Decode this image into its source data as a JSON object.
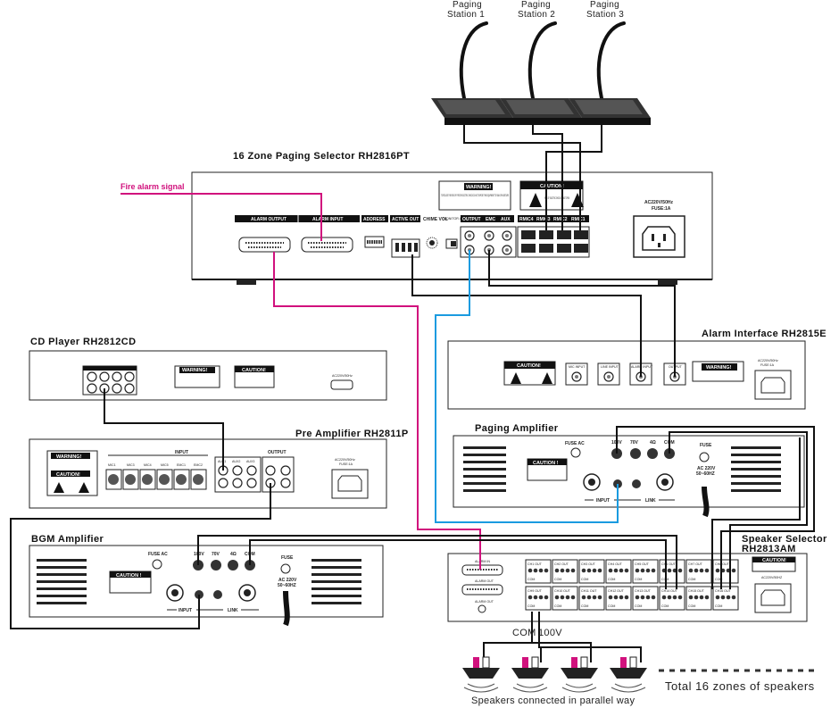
{
  "stations": [
    "Paging\nStation  1",
    "Paging\nStation  2",
    "Paging\nStation  3"
  ],
  "colors": {
    "fire": "#d1117d",
    "blue": "#1a9be0",
    "line": "#111111"
  },
  "selector": {
    "title": "16  Zone  Paging  Selector  RH2816PT",
    "fire_signal": "Fire alarm signal",
    "alarm_output": "ALARM OUTPUT",
    "alarm_input": "ALARM INPUT",
    "address": "ADDRESS",
    "active_out": "ACTIVE OUT",
    "chime_vol": "CHIME VOL",
    "monitor_active": "MONITOR ACTIVE",
    "output": "OUTPUT",
    "emc": "EMC",
    "aux": "AUX",
    "rmic4": "RMIC4",
    "rmic3": "RMIC3",
    "rmic2": "RMIC2",
    "rmic1": "RMIC1",
    "warning": "WARNING!",
    "warning_text": "TO REDUCE THE RISK OF FIRE OR ELECTRIC SHOCK DO NOT EXPOSE THIS EQUIPMENT TO RAIN OR MOISTURE",
    "caution": "CAUTION!",
    "caution_text": "RISK OF ELECTRIC SHOCK DO NOT OPEN",
    "power": "AC220V/50Hz",
    "fuse": "FUSE:1A"
  },
  "cd": {
    "title": "CD Player RH2812CD",
    "warning": "WARNING!",
    "caution": "CAUTION!",
    "power": "AC220V/50Hz"
  },
  "alarm_if": {
    "title": "Alarm Interface RH2815E",
    "caution": "CAUTION!",
    "warning": "WARNING!",
    "power": "AC220V/50Hz",
    "fuse": "FUSE:1A",
    "mic_input": "MIC INPUT",
    "line_input": "LINE INPUT",
    "alarm_input": "ALARM INPUT",
    "output": "OUTPUT"
  },
  "preamp": {
    "title": "Pre Amplifier RH2811P",
    "warning": "WARNING!",
    "caution": "CAUTION!",
    "input": "INPUT",
    "output": "OUTPUT",
    "mics": [
      "MIC1",
      "MIC3",
      "MIC4",
      "MIC5",
      "EMC1",
      "EMC2"
    ],
    "aux": [
      "AUX1",
      "AUX2",
      "AUX3"
    ],
    "power": "AC220V/50Hz",
    "fuse": "FUSE:1A"
  },
  "paging_amp": {
    "title": "Paging  Amplifier",
    "fuse_ac": "FUSE AC",
    "fuse": "FUSE",
    "taps": [
      "100V",
      "70V",
      "4Ω",
      "COM"
    ],
    "caution": "CAUTION !",
    "input": "INPUT",
    "link": "LINK",
    "power": "AC 220V",
    "hz": "50~60HZ"
  },
  "bgm_amp": {
    "title": "BGM Amplifier",
    "fuse_ac": "FUSE AC",
    "fuse": "FUSE",
    "taps": [
      "100V",
      "70V",
      "4Ω",
      "COM"
    ],
    "caution": "CAUTION !",
    "input": "INPUT",
    "link": "LINK",
    "power": "AC 220V",
    "hz": "50~60HZ"
  },
  "speaker_sel": {
    "title": "Speaker Selector",
    "model": "RH2813AM",
    "alarm_in": "ALARM IN",
    "alarm_out": "ALARM OUT",
    "caution": "CAUTION!",
    "power": "AC220V/50HZ",
    "ch_top": [
      "CH1 OUT",
      "CH2 OUT",
      "CH3 OUT",
      "CH4 OUT",
      "CH5 OUT",
      "CH6 OUT",
      "CH7 OUT",
      "CH8 OUT"
    ],
    "ch_bot": [
      "CH9 OUT",
      "CH10 OUT",
      "CH11 OUT",
      "CH12 OUT",
      "CH13 OUT",
      "CH14 OUT",
      "CH15 OUT",
      "CH16 OUT"
    ],
    "com": "COM"
  },
  "bottom": {
    "com": "COM",
    "v100": "100V",
    "parallel": "Speakers connected in parallel way",
    "total": "Total 16 zones of speakers"
  }
}
